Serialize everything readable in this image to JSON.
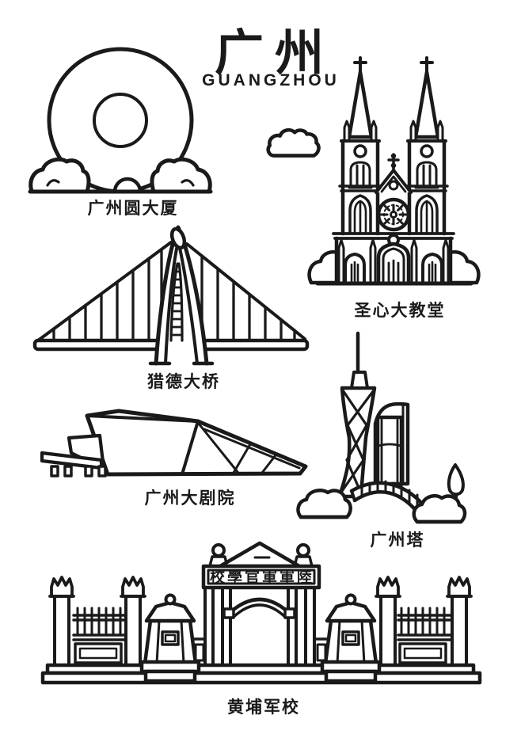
{
  "page": {
    "background": "#ffffff",
    "ink": "#1a1a1a"
  },
  "header": {
    "title": "广州",
    "subtitle": "GUANGZHOU"
  },
  "landmarks": [
    {
      "id": "guangzhou-circle",
      "label": "广州圆大厦"
    },
    {
      "id": "sacred-heart-cathedral",
      "label": "圣心大教堂"
    },
    {
      "id": "liede-bridge",
      "label": "猎德大桥"
    },
    {
      "id": "guangzhou-opera-house",
      "label": "广州大剧院"
    },
    {
      "id": "canton-tower",
      "label": "广州塔"
    },
    {
      "id": "whampoa-military-academy",
      "label": "黄埔军校"
    }
  ],
  "gate_plaque": {
    "text": "校學官軍軍陸"
  },
  "decorations": [
    {
      "name": "cloud-icon"
    }
  ]
}
